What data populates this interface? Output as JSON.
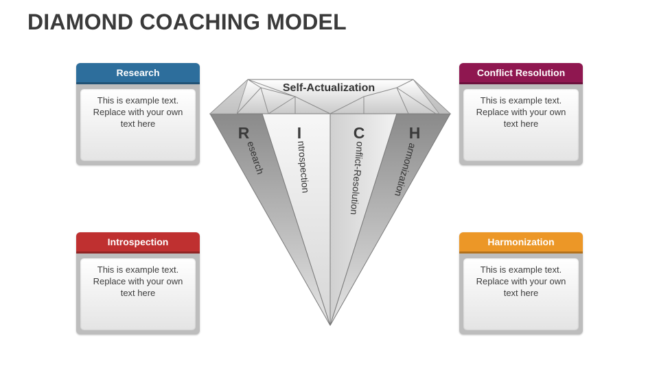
{
  "title": "DIAMOND COACHING MODEL",
  "crown_label": "Self-Actualization",
  "facets": [
    {
      "letter": "R",
      "rest": "esearch"
    },
    {
      "letter": "I",
      "rest": "ntrospection"
    },
    {
      "letter": "C",
      "rest": "onflict-Resolution"
    },
    {
      "letter": "H",
      "rest": "armonization"
    }
  ],
  "cards": {
    "research": {
      "header": "Research",
      "color": "#2d6e9c",
      "lines": [
        "This is example text.",
        "Replace with your own",
        "text here"
      ]
    },
    "conflict": {
      "header": "Conflict Resolution",
      "color": "#8f1750",
      "lines": [
        "This is example text.",
        "Replace with your own",
        "text here"
      ]
    },
    "introspection": {
      "header": "Introspection",
      "color": "#bf3030",
      "lines": [
        "This is example text.",
        "Replace with your own",
        "text here"
      ]
    },
    "harmonization": {
      "header": "Harmonization",
      "color": "#ec9727",
      "lines": [
        "This is example text.",
        "Replace with your own",
        "text here"
      ]
    }
  }
}
